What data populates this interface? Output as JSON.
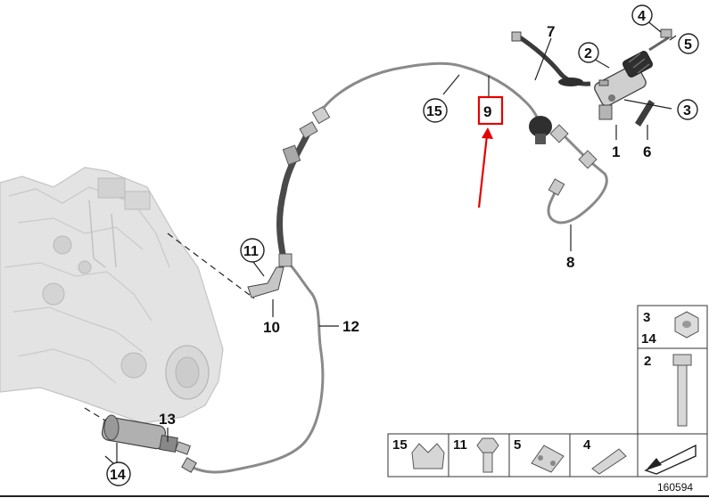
{
  "diagram_number": "160594",
  "highlighted_part": "9",
  "callouts": {
    "p1": "1",
    "p2": "2",
    "p3": "3",
    "p4": "4",
    "p5": "5",
    "p6": "6",
    "p7": "7",
    "p8": "8",
    "p9": "9",
    "p10": "10",
    "p11": "11",
    "p12": "12",
    "p13": "13",
    "p14": "14",
    "p15": "15"
  },
  "legend": {
    "box_a_top": "3",
    "box_a_bottom": "14",
    "box_b": "2",
    "row": [
      "15",
      "11",
      "5",
      "4"
    ]
  },
  "colors": {
    "highlight": "#e60000",
    "line": "#222222",
    "hose_dark": "#4a4a4a",
    "pipe": "#8a8a8a",
    "gearbox": "#d9d9d9"
  }
}
